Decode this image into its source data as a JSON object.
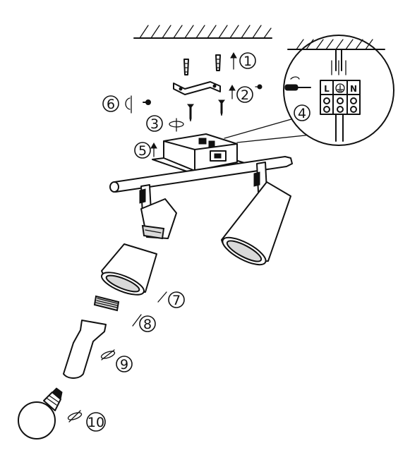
{
  "steps": [
    {
      "number": "1"
    },
    {
      "number": "2"
    },
    {
      "number": "3"
    },
    {
      "number": "4"
    },
    {
      "number": "5"
    },
    {
      "number": "6"
    },
    {
      "number": "7"
    },
    {
      "number": "8"
    },
    {
      "number": "9"
    },
    {
      "number": "10"
    }
  ],
  "terminals": {
    "live": "L",
    "neutral": "N"
  }
}
